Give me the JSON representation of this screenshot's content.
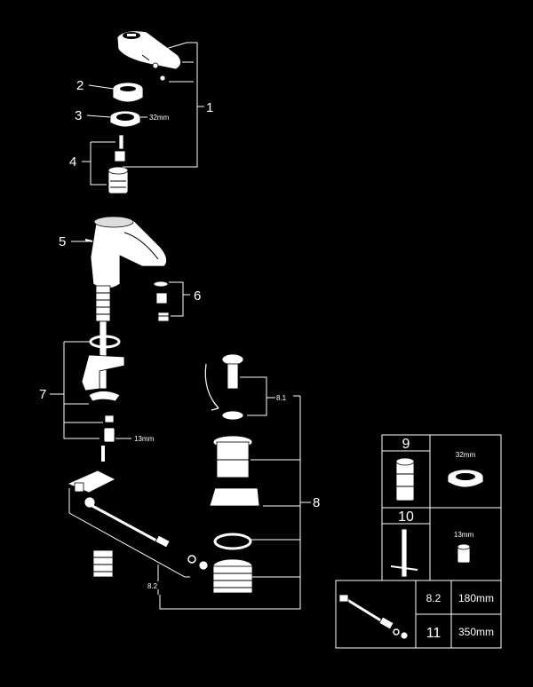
{
  "callouts": {
    "c1": "1",
    "c2": "2",
    "c3": "3",
    "c3_size": "32mm",
    "c4": "4",
    "c5": "5",
    "c6": "6",
    "c7": "7",
    "c7_size": "13mm",
    "c8": "8",
    "c81": "8.1",
    "c82": "8.2"
  },
  "table": {
    "box9": {
      "number": "9",
      "size": "32mm"
    },
    "box10": {
      "number": "10",
      "size": "13mm"
    },
    "rows": [
      {
        "ref": "8.2",
        "length": "180mm"
      },
      {
        "ref": "11",
        "length": "350mm"
      }
    ]
  },
  "colors": {
    "background": "#000000",
    "lines": "#ffffff",
    "part_fill": "#ffffff"
  }
}
